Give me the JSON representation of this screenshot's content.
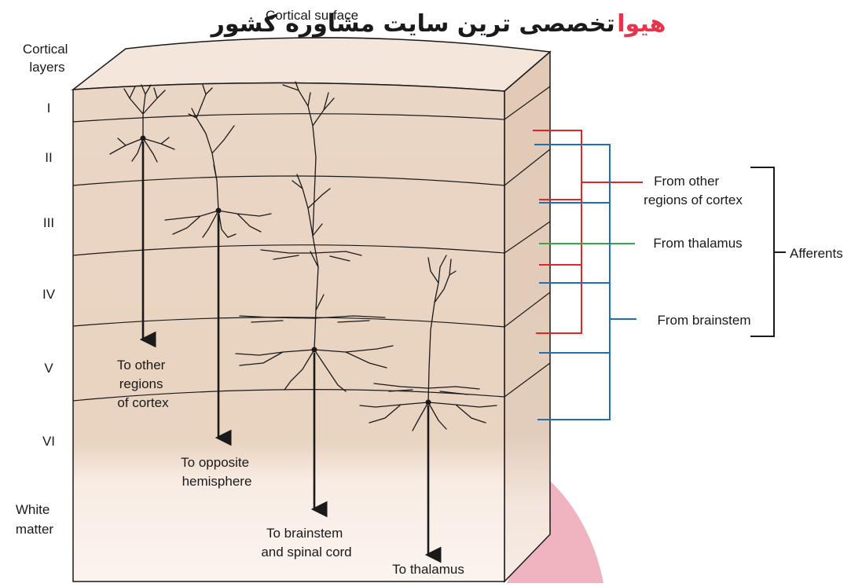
{
  "watermark": {
    "brand": "هیوا",
    "text": "تخصصی ترین سایت مشاوره کشور"
  },
  "title": "Cortical surface",
  "layers_heading": [
    "Cortical",
    "layers"
  ],
  "layers": [
    "I",
    "II",
    "III",
    "IV",
    "V",
    "VI"
  ],
  "white_matter": [
    "White",
    "matter"
  ],
  "efferents": [
    [
      "To other",
      "regions",
      "of cortex"
    ],
    [
      "To opposite",
      "hemisphere"
    ],
    [
      "To brainstem",
      "and spinal cord"
    ],
    [
      "To thalamus"
    ]
  ],
  "afferent_sources": [
    {
      "lines": [
        "From other",
        "regions of cortex"
      ],
      "color": "#e0262b"
    },
    {
      "lines": [
        "From thalamus"
      ],
      "color": "#2eaa48"
    },
    {
      "lines": [
        "From brainstem"
      ],
      "color": "#1f6fb4"
    }
  ],
  "afferents_label": "Afferents",
  "colors": {
    "tissue": "#e7d2bf",
    "tissue_light": "#faf0ea",
    "red": "#e0262b",
    "green": "#2eaa48",
    "blue": "#1f6fb4",
    "watermark_pink": "#e8334a"
  }
}
